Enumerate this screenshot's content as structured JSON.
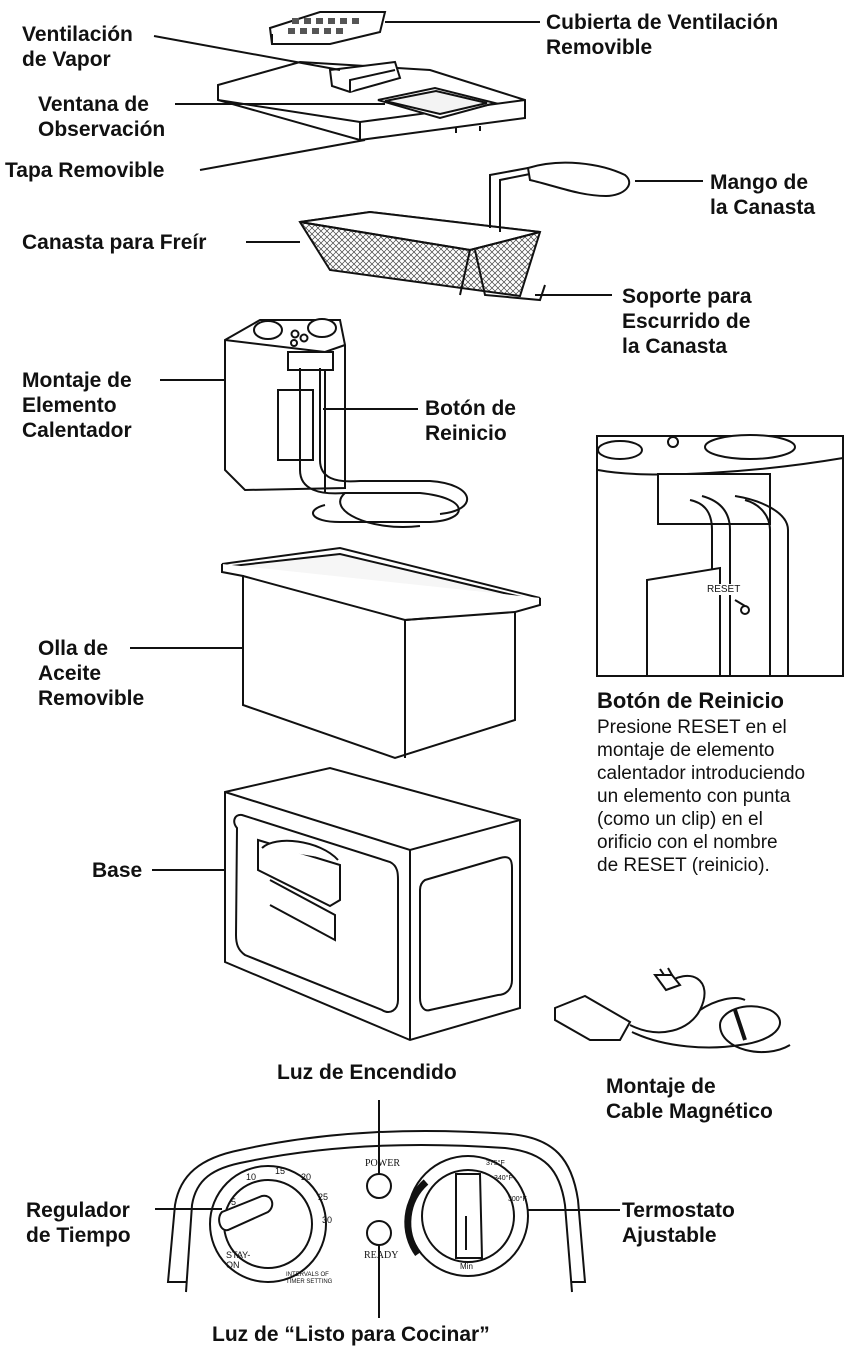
{
  "labels": {
    "vent_vapor": "Ventilación\nde Vapor",
    "vent_cover": "Cubierta de Ventilación\nRemovible",
    "window": "Ventana de\nObservación",
    "lid": "Tapa Removible",
    "basket_handle": "Mango de\nla Canasta",
    "basket": "Canasta para Freír",
    "basket_support": "Soporte para\nEscurrido de\nla Canasta",
    "heating_assembly": "Montaje de\nElemento\nCalentador",
    "reset_button": "Botón de\nReinicio",
    "oil_pot": "Olla de\nAceite\nRemovible",
    "base": "Base",
    "cord": "Montaje de\nCable Magnético",
    "power_light": "Luz de Encendido",
    "timer": "Regulador\nde Tiempo",
    "thermostat": "Termostato\nAjustable",
    "ready_light": "Luz de “Listo para Cocinar”"
  },
  "reset_info": {
    "title": "Botón de Reinicio",
    "body": "Presione RESET en el\nmontaje de elemento\ncalentador introduciendo\nun elemento con punta\n(como un clip) en el\norificio con el nombre\nde RESET (reinicio).",
    "inset_tag": "RESET"
  },
  "panel_marks": {
    "power": "POWER",
    "ready": "READY",
    "timer_ticks": [
      "5",
      "10",
      "15",
      "20",
      "25",
      "30"
    ],
    "stay_on": "STAY-ON",
    "timer_note": "INTERVALS OF\nTIMER SETTING",
    "temp_ticks": [
      "375°F",
      "340°F",
      "300°F"
    ],
    "temp_min": "Min"
  }
}
